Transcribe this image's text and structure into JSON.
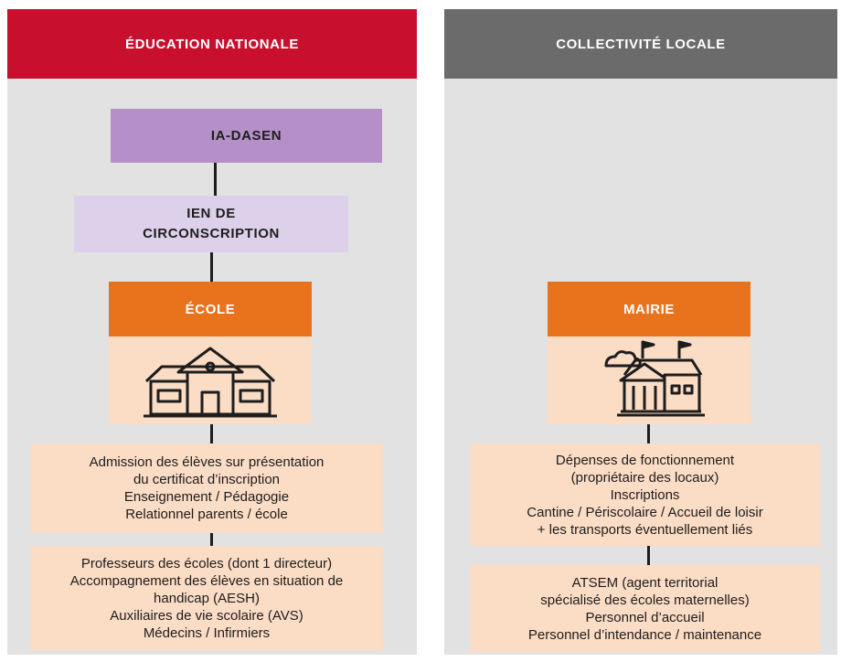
{
  "education": {
    "header": "ÉDUCATION NATIONALE",
    "level1": "IA-DASEN",
    "level2_line1": "IEN DE",
    "level2_line2": "CIRCONSCRIPTION",
    "level3": "ÉCOLE",
    "icon": "school-building-icon",
    "responsibilities": [
      "Admission des élèves sur présentation",
      "du certificat d’inscription",
      "Enseignement / Pédagogie",
      "Relationnel parents / école"
    ],
    "staff": [
      "Professeurs des écoles (dont 1 directeur)",
      "Accompagnement des élèves en situation de",
      "handicap (AESH)",
      "Auxiliaires de vie scolaire (AVS)",
      "Médecins / Infirmiers"
    ]
  },
  "collectivite": {
    "header": "COLLECTIVITÉ LOCALE",
    "level3": "MAIRIE",
    "icon": "town-hall-icon",
    "responsibilities": [
      "Dépenses de fonctionnement",
      "(propriétaire des locaux)",
      "Inscriptions",
      "Cantine / Périscolaire / Accueil de loisir",
      "+ les transports éventuellement liés"
    ],
    "staff": [
      "ATSEM (agent territorial",
      "spécialisé des écoles maternelles)",
      "Personnel d’accueil",
      "Personnel d’intendance / maintenance"
    ]
  },
  "colors": {
    "red": "#c8102e",
    "gray": "#6b6b6b",
    "purple": "#b58fc7",
    "lavender": "#ddd0ea",
    "orange": "#e8731c",
    "peach": "#fbdcc5",
    "panel": "#e2e2e2"
  }
}
